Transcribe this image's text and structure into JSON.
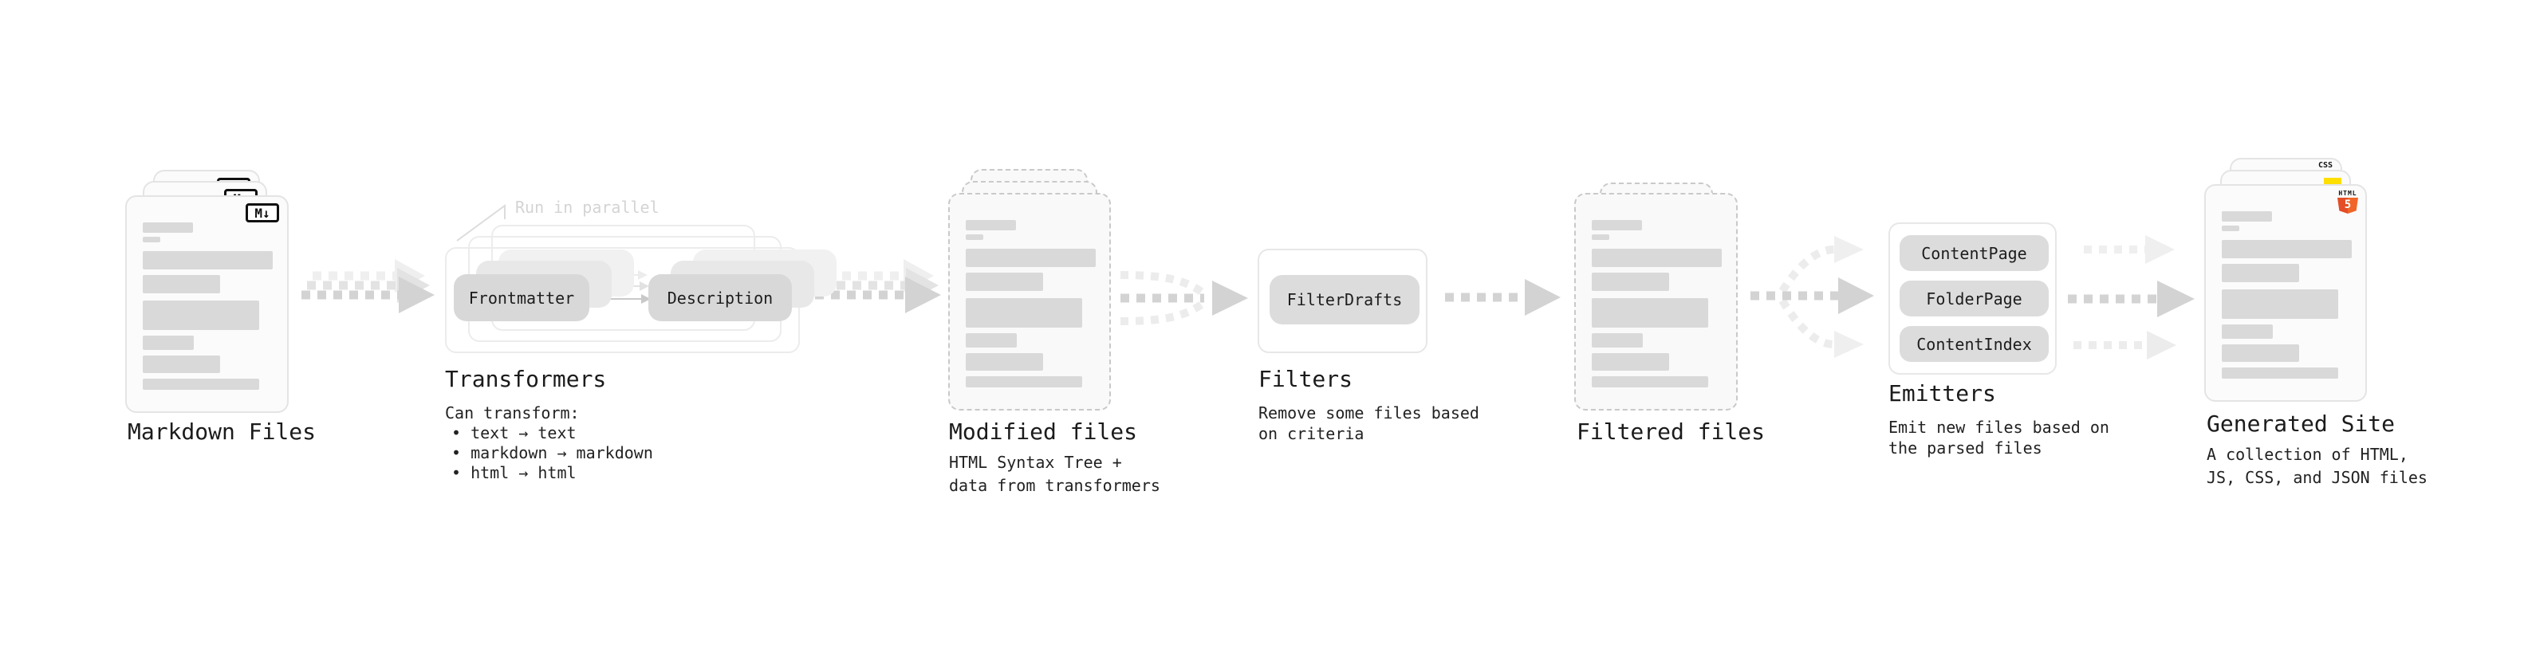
{
  "diagram": {
    "markdown_files": {
      "label": "Markdown Files",
      "badge": "M↓"
    },
    "transformers": {
      "title": "Transformers",
      "parallel_note": "Run in parallel",
      "input_box": "Frontmatter",
      "output_box": "Description",
      "subtitle": "Can transform:",
      "bullets": [
        "• text → text",
        "• markdown → markdown",
        "• html → html"
      ]
    },
    "modified_files": {
      "title": "Modified files",
      "description_lines": [
        "HTML Syntax Tree +",
        "data from transformers"
      ]
    },
    "filters": {
      "title": "Filters",
      "box": "FilterDrafts",
      "description_lines": [
        "Remove some files based",
        "on criteria"
      ]
    },
    "filtered_files": {
      "title": "Filtered files"
    },
    "emitters": {
      "title": "Emitters",
      "pills": [
        "ContentPage",
        "FolderPage",
        "ContentIndex"
      ],
      "description_lines": [
        "Emit new files based on",
        "the parsed files"
      ]
    },
    "generated_site": {
      "title": "Generated Site",
      "description_lines": [
        "A collection of HTML,",
        "JS, CSS, and JSON files"
      ],
      "badges": {
        "css_label": "CSS",
        "html_label": "HTML",
        "html_number": "5"
      }
    }
  },
  "colors": {
    "background": "#ffffff",
    "card_border": "#e4e4e4",
    "dashed_border": "#c9c9c9",
    "text_bar": "#d9d9d9",
    "button_fill": "#d8d8d8",
    "arrow_main": "#d3d3d3",
    "arrow_light": "#e7e7e7",
    "arrow_lighter": "#efefef",
    "note_text": "#d4d4d4",
    "css_blue": "#2563eb",
    "js_yellow": "#ffdf00",
    "html5_orange": "#e44d26"
  }
}
